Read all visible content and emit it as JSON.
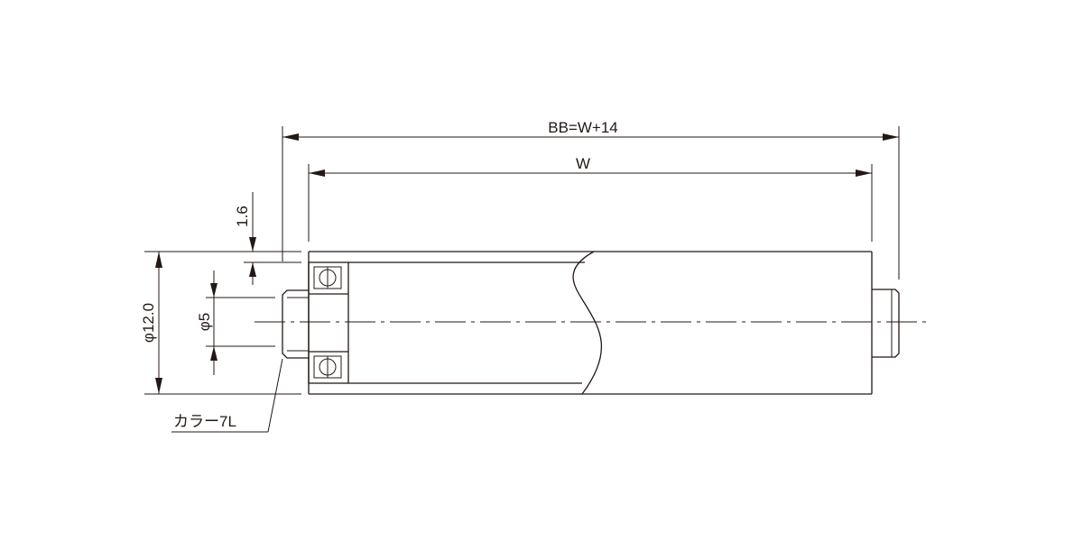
{
  "labels": {
    "overall_length": "BB=W+14",
    "width": "W",
    "wall": "1.6",
    "outer_diameter": "φ12.0",
    "shaft_diameter": "φ5",
    "collar": "カラー7L"
  },
  "colors": {
    "line": "#231815",
    "background": "#ffffff"
  }
}
